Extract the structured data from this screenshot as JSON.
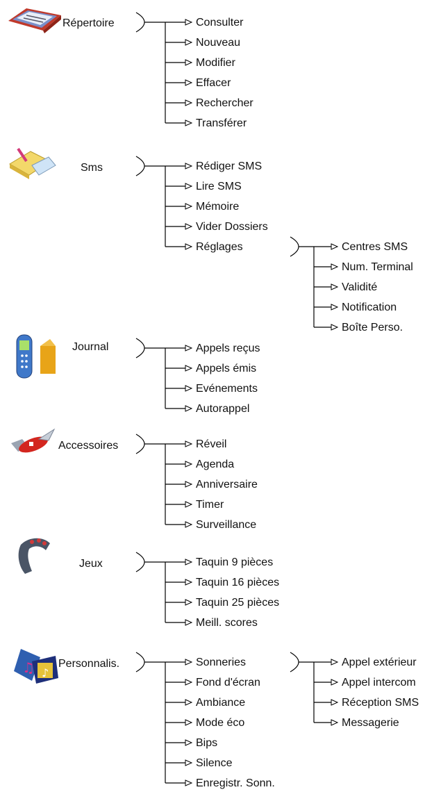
{
  "menus": [
    {
      "label": "Répertoire",
      "icon": "address-book-icon",
      "items": [
        {
          "label": "Consulter"
        },
        {
          "label": "Nouveau"
        },
        {
          "label": "Modifier"
        },
        {
          "label": "Effacer"
        },
        {
          "label": "Rechercher"
        },
        {
          "label": "Transférer"
        }
      ]
    },
    {
      "label": "Sms",
      "icon": "notepad-message-icon",
      "items": [
        {
          "label": "Rédiger SMS"
        },
        {
          "label": "Lire SMS"
        },
        {
          "label": "Mémoire"
        },
        {
          "label": "Vider Dossiers"
        },
        {
          "label": "Réglages",
          "items": [
            {
              "label": "Centres SMS"
            },
            {
              "label": "Num. Terminal"
            },
            {
              "label": "Validité"
            },
            {
              "label": "Notification"
            },
            {
              "label": "Boîte Perso."
            }
          ]
        }
      ]
    },
    {
      "label": "Journal",
      "icon": "cordless-phone-icon",
      "items": [
        {
          "label": "Appels reçus"
        },
        {
          "label": "Appels émis"
        },
        {
          "label": "Evénements"
        },
        {
          "label": "Autorappel"
        }
      ]
    },
    {
      "label": "Accessoires",
      "icon": "swiss-knife-icon",
      "items": [
        {
          "label": "Réveil"
        },
        {
          "label": "Agenda"
        },
        {
          "label": "Anniversaire"
        },
        {
          "label": "Timer"
        },
        {
          "label": "Surveillance"
        }
      ]
    },
    {
      "label": "Jeux",
      "icon": "gamepad-icon",
      "items": [
        {
          "label": "Taquin 9 pièces"
        },
        {
          "label": "Taquin 16 pièces"
        },
        {
          "label": "Taquin 25 pièces"
        },
        {
          "label": "Meill. scores"
        }
      ]
    },
    {
      "label": "Personnalis.",
      "icon": "music-palette-icon",
      "items": [
        {
          "label": "Sonneries",
          "items": [
            {
              "label": "Appel extérieur"
            },
            {
              "label": "Appel intercom"
            },
            {
              "label": "Réception SMS"
            },
            {
              "label": "Messagerie"
            }
          ]
        },
        {
          "label": "Fond d'écran"
        },
        {
          "label": "Ambiance"
        },
        {
          "label": "Mode éco"
        },
        {
          "label": "Bips"
        },
        {
          "label": "Silence"
        },
        {
          "label": "Enregistr. Sonn."
        }
      ]
    }
  ]
}
